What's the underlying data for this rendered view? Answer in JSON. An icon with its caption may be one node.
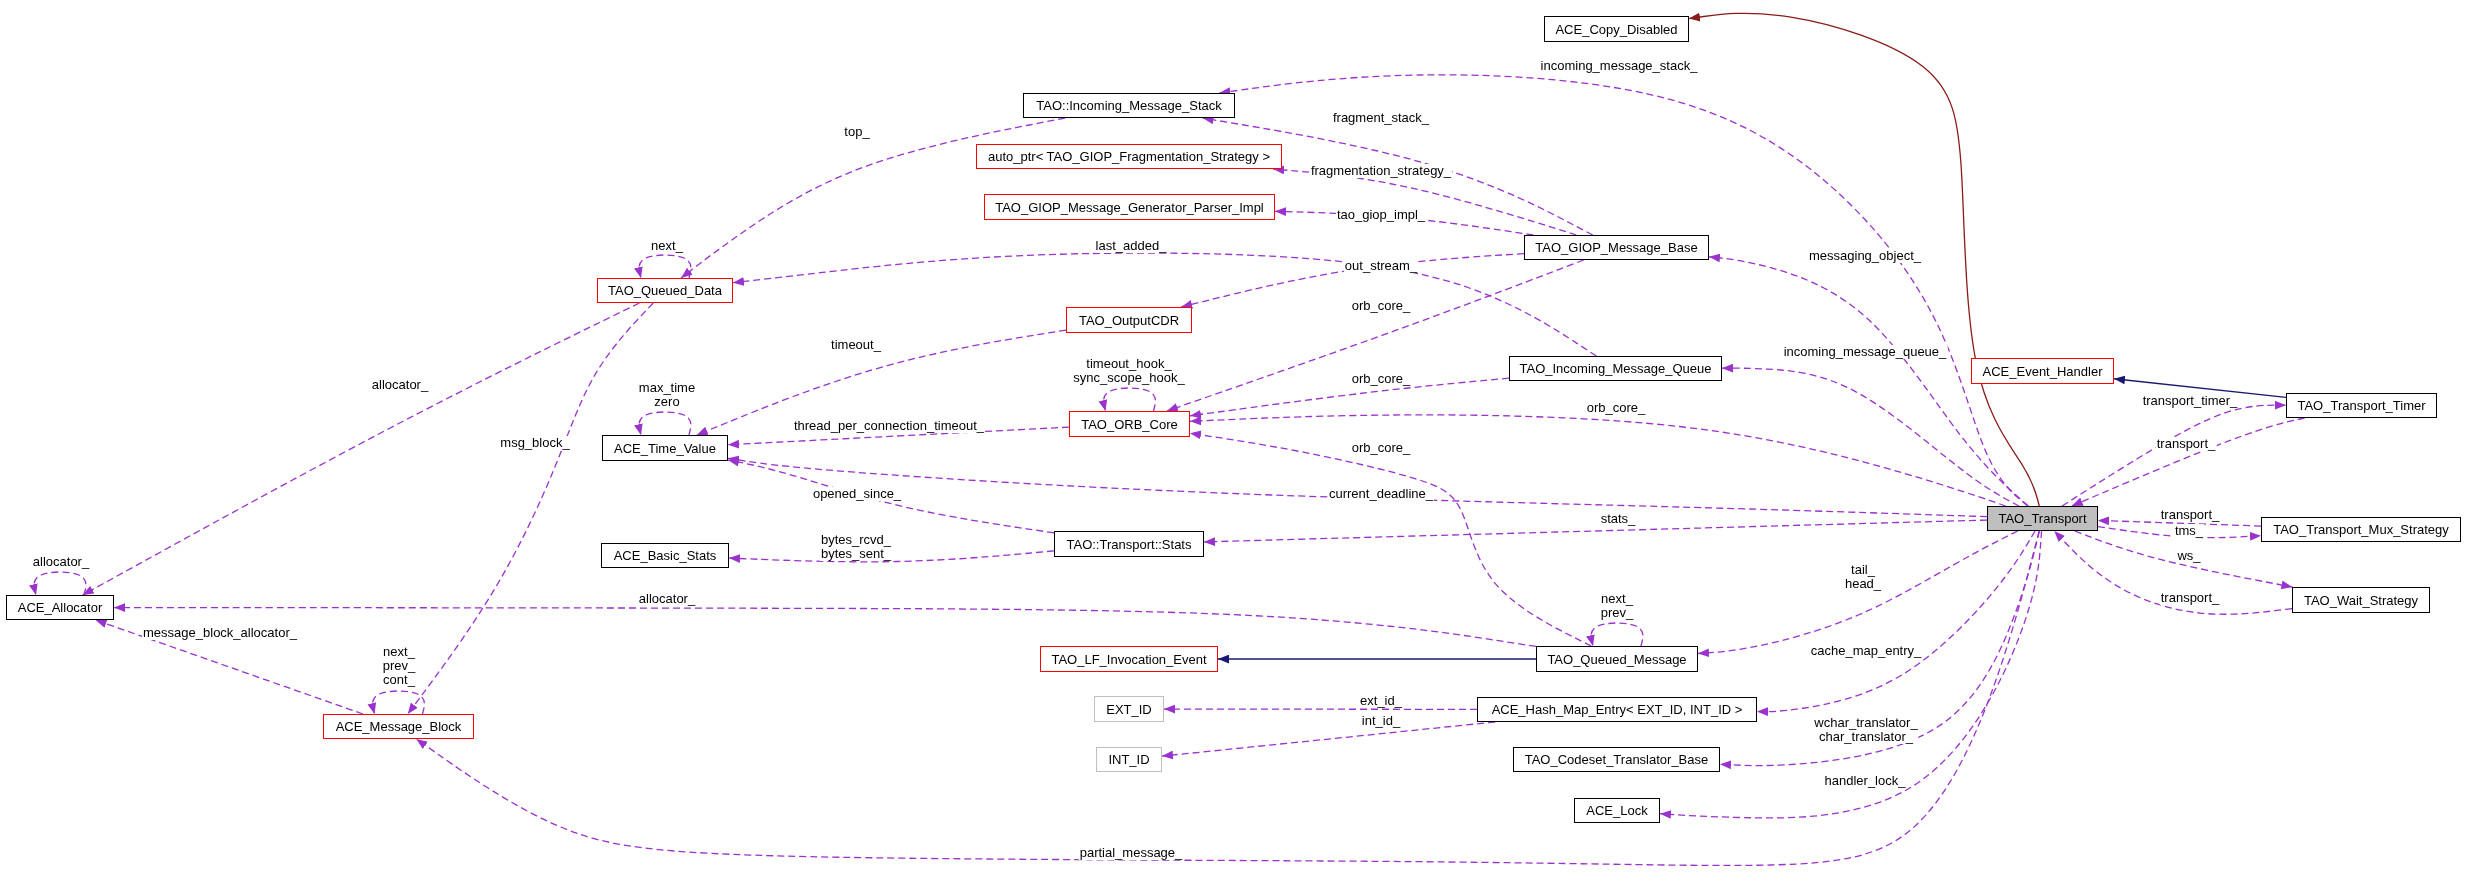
{
  "diagram": {
    "nodes": [
      {
        "text": [
          "ACE_Copy_Disabled"
        ]
      },
      {
        "text": [
          "TAO::Incoming_Message_Stack"
        ]
      },
      {
        "text": [
          "auto_ptr< TAO_GIOP_Fragmentation_Strategy >"
        ]
      },
      {
        "text": [
          "TAO_GIOP_Message_Generator_Parser_Impl"
        ]
      },
      {
        "text": [
          "TAO_Queued_Data"
        ]
      },
      {
        "text": [
          "TAO_GIOP_Message_Base"
        ]
      },
      {
        "text": [
          "TAO_OutputCDR"
        ]
      },
      {
        "text": [
          "TAO_Incoming_Message_Queue"
        ]
      },
      {
        "text": [
          "ACE_Event_Handler"
        ]
      },
      {
        "text": [
          "TAO_Transport_Timer"
        ]
      },
      {
        "text": [
          "TAO_ORB_Core"
        ]
      },
      {
        "text": [
          "ACE_Time_Value"
        ]
      },
      {
        "text": [
          "ACE_Basic_Stats"
        ]
      },
      {
        "text": [
          "TAO::Transport::Stats"
        ]
      },
      {
        "text": [
          "TAO_Transport"
        ]
      },
      {
        "text": [
          "TAO_Transport_Mux_Strategy"
        ]
      },
      {
        "text": [
          "ACE_Allocator"
        ]
      },
      {
        "text": [
          "TAO_Wait_Strategy"
        ]
      },
      {
        "text": [
          "TAO_LF_Invocation_Event"
        ]
      },
      {
        "text": [
          "TAO_Queued_Message"
        ]
      },
      {
        "text": [
          "EXT_ID"
        ]
      },
      {
        "text": [
          "ACE_Hash_Map_Entry< EXT_ID, INT_ID >"
        ]
      },
      {
        "text": [
          "INT_ID"
        ]
      },
      {
        "text": [
          "TAO_Codeset_Translator_Base"
        ]
      },
      {
        "text": [
          "ACE_Lock"
        ]
      },
      {
        "text": [
          "ACE_Message_Block"
        ]
      }
    ],
    "edges": [
      {
        "from": 14,
        "to": 0,
        "arrow": "to",
        "color": "#8b1a1a"
      },
      {
        "from": 14,
        "to": 1,
        "arrow": "to",
        "style": "dashed",
        "label": "incoming_message_stack_"
      },
      {
        "from": 5,
        "to": 1,
        "arrow": "to",
        "style": "dashed",
        "label": "fragment_stack_"
      },
      {
        "from": 5,
        "to": 2,
        "arrow": "to",
        "style": "dashed",
        "label": "fragmentation_strategy_"
      },
      {
        "from": 5,
        "to": 3,
        "arrow": "to",
        "style": "dashed",
        "label": "tao_giop_impl_"
      },
      {
        "from": 5,
        "to": 6,
        "arrow": "to",
        "style": "dashed",
        "label": "out_stream_"
      },
      {
        "from": 5,
        "to": 10,
        "arrow": "to",
        "style": "dashed",
        "label": "orb_core_"
      },
      {
        "from": 7,
        "to": 4,
        "arrow": "to",
        "style": "dashed",
        "label": "last_added_"
      },
      {
        "from": 1,
        "to": 4,
        "arrow": "to",
        "style": "dashed",
        "label": "top_"
      },
      {
        "from": 4,
        "to": 4,
        "arrow": "to",
        "style": "dashed",
        "label": "next_"
      },
      {
        "from": 4,
        "to": 16,
        "arrow": "to",
        "style": "dashed",
        "label": "allocator_"
      },
      {
        "from": 4,
        "to": 25,
        "arrow": "to",
        "style": "dashed",
        "label": "msg_block_"
      },
      {
        "from": 6,
        "to": 11,
        "arrow": "to",
        "style": "dashed",
        "label": "timeout_"
      },
      {
        "from": 10,
        "to": 11,
        "arrow": "to",
        "style": "dashed",
        "label": "thread_per_connection_timeout_"
      },
      {
        "from": 10,
        "to": 10,
        "arrow": "to",
        "style": "dashed",
        "label": "timeout_hook_ sync_scope_hook_"
      },
      {
        "from": 11,
        "to": 11,
        "arrow": "to",
        "style": "dashed",
        "label": "max_time zero"
      },
      {
        "from": 7,
        "to": 10,
        "arrow": "to",
        "style": "dashed",
        "label": "orb_core_"
      },
      {
        "from": 14,
        "to": 10,
        "arrow": "to",
        "style": "dashed",
        "label": "orb_core_"
      },
      {
        "from": 19,
        "to": 10,
        "arrow": "to",
        "style": "dashed",
        "label": "orb_core_"
      },
      {
        "from": 14,
        "to": 11,
        "arrow": "to",
        "style": "dashed",
        "label": "current_deadline_"
      },
      {
        "from": 13,
        "to": 11,
        "arrow": "to",
        "style": "dashed",
        "label": "opened_since_"
      },
      {
        "from": 13,
        "to": 12,
        "arrow": "to",
        "style": "dashed",
        "label": "bytes_rcvd_ bytes_sent_"
      },
      {
        "from": 14,
        "to": 13,
        "arrow": "to",
        "style": "dashed",
        "label": "stats_"
      },
      {
        "from": 19,
        "to": 16,
        "arrow": "to",
        "style": "dashed",
        "label": "allocator_"
      },
      {
        "from": 16,
        "to": 16,
        "arrow": "to",
        "style": "dashed",
        "label": "allocator_"
      },
      {
        "from": 25,
        "to": 16,
        "arrow": "to",
        "style": "dashed",
        "label": "message_block_allocator_"
      },
      {
        "from": 25,
        "to": 25,
        "arrow": "to",
        "style": "dashed",
        "label": "next_ prev_ cont_"
      },
      {
        "from": 14,
        "to": 25,
        "arrow": "to",
        "style": "dashed",
        "label": "partial_message_"
      },
      {
        "from": 14,
        "to": 5,
        "arrow": "to",
        "style": "dashed",
        "label": "messaging_object_"
      },
      {
        "from": 14,
        "to": 7,
        "arrow": "to",
        "style": "dashed",
        "label": "incoming_message_queue_"
      },
      {
        "from": 9,
        "to": 8,
        "arrow": "to",
        "color": "#191970"
      },
      {
        "from": 14,
        "to": 9,
        "arrow": "to",
        "style": "dashed",
        "label": "transport_timer_"
      },
      {
        "from": 9,
        "to": 14,
        "arrow": "to",
        "style": "dashed",
        "label": "transport_"
      },
      {
        "from": 15,
        "to": 14,
        "arrow": "to",
        "style": "dashed",
        "label": "transport_"
      },
      {
        "from": 14,
        "to": 15,
        "arrow": "to",
        "style": "dashed",
        "label": "tms_"
      },
      {
        "from": 14,
        "to": 17,
        "arrow": "to",
        "style": "dashed",
        "label": "ws_"
      },
      {
        "from": 17,
        "to": 14,
        "arrow": "to",
        "style": "dashed",
        "label": "transport_"
      },
      {
        "from": 19,
        "to": 19,
        "arrow": "to",
        "style": "dashed",
        "label": "next_ prev_"
      },
      {
        "from": 14,
        "to": 19,
        "arrow": "to",
        "style": "dashed",
        "label": "tail_ head_"
      },
      {
        "from": 19,
        "to": 18,
        "arrow": "to",
        "color": "#191970"
      },
      {
        "from": 21,
        "to": 20,
        "arrow": "to",
        "style": "dashed",
        "label": "ext_id_"
      },
      {
        "from": 21,
        "to": 22,
        "arrow": "to",
        "style": "dashed",
        "label": "int_id_"
      },
      {
        "from": 14,
        "to": 21,
        "arrow": "to",
        "style": "dashed",
        "label": "cache_map_entry_"
      },
      {
        "from": 14,
        "to": 23,
        "arrow": "to",
        "style": "dashed",
        "label": "wchar_translator_ char_translator_"
      },
      {
        "from": 14,
        "to": 24,
        "arrow": "to",
        "style": "dashed",
        "label": "handler_lock_"
      }
    ]
  }
}
